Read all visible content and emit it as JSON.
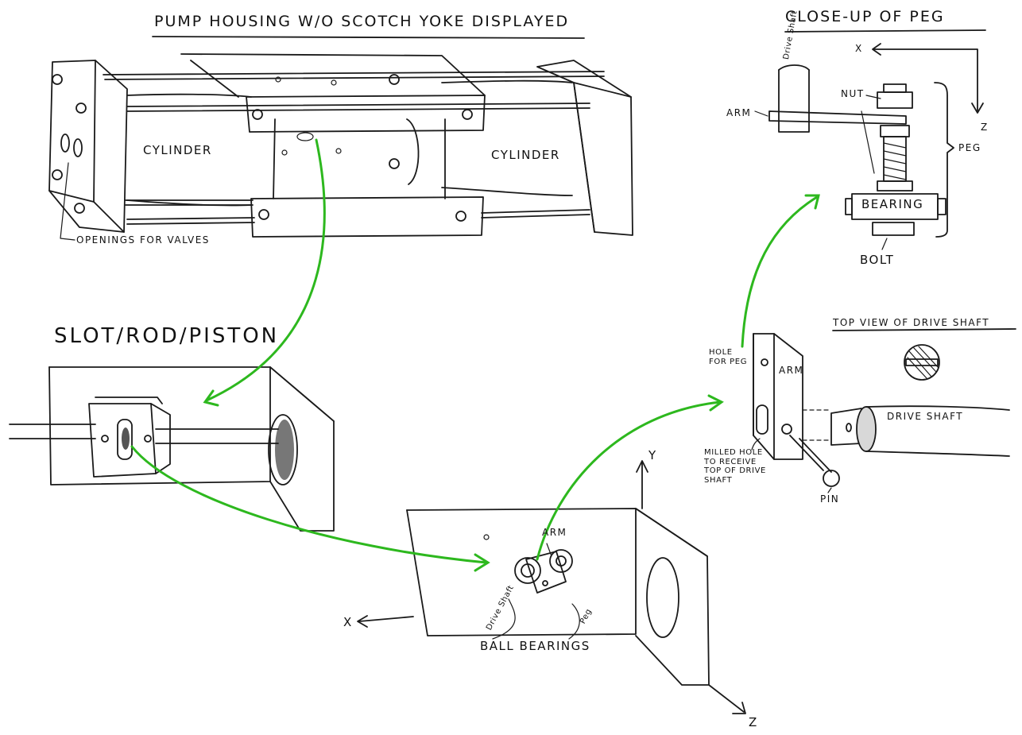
{
  "titles": {
    "pump_housing": "PUMP HOUSING W/O SCOTCH YOKE DISPLAYED",
    "close_up": "CLOSE-UP OF PEG",
    "slot_rod_piston": "SLOT/ROD/PISTON",
    "top_view": "TOP VIEW OF DRIVE SHAFT"
  },
  "pump_housing_labels": {
    "cylinder_left": "CYLINDER",
    "cylinder_right": "CYLINDER",
    "openings": "OPENINGS FOR VALVES"
  },
  "close_up_labels": {
    "axis_x": "X",
    "axis_z": "Z",
    "drive_shaft": "Drive Shaft",
    "arm": "ARM",
    "nut": "NUT",
    "peg": "PEG",
    "bearing": "BEARING",
    "bolt": "BOLT"
  },
  "arm_labels": {
    "hole_for_peg": "HOLE FOR PEG",
    "arm": "ARM",
    "milled_hole": "MILLED HOLE TO RECEIVE TOP OF DRIVE SHAFT",
    "pin": "PIN",
    "drive_shaft": "DRIVE SHAFT"
  },
  "bearing_block_labels": {
    "axis_y": "Y",
    "axis_x": "X",
    "axis_z": "Z",
    "arm": "ARM",
    "drive_shaft": "Drive Shaft",
    "peg": "Peg",
    "ball_bearings": "BALL BEARINGS"
  },
  "colors": {
    "arrow": "#2db81e",
    "ink": "#1a1a1a",
    "paper": "#ffffff"
  }
}
